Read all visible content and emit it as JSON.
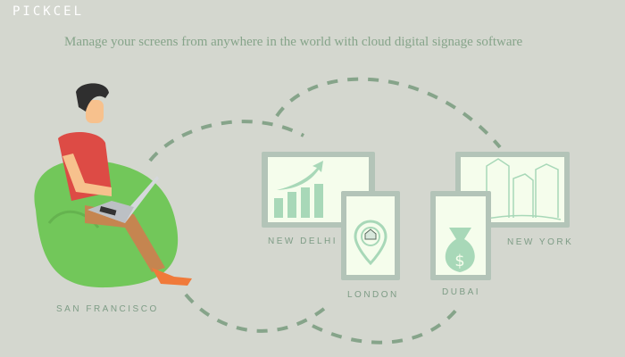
{
  "brand": {
    "logo": "PICKCEL"
  },
  "header": {
    "tagline": "Manage your screens from anywhere in the world with cloud digital signage software"
  },
  "cities": [
    {
      "label": "SAN FRANCISCO",
      "icon": "person-laptop-icon"
    },
    {
      "label": "NEW DELHI",
      "icon": "growth-chart-icon"
    },
    {
      "label": "LONDON",
      "icon": "location-pin-icon"
    },
    {
      "label": "DUBAI",
      "icon": "money-bag-icon"
    },
    {
      "label": "NEW YORK",
      "icon": "skyscrapers-icon"
    }
  ],
  "colors": {
    "background": "#d4d7cf",
    "accent": "#86a48a",
    "screen_frame": "#b3c4b8",
    "screen_fill": "#f5fdec",
    "icon_green": "#a8d8b8",
    "beanbag": "#72c75a",
    "shirt": "#dd4b45",
    "pants": "#c58550",
    "shoes": "#f07a3a"
  }
}
